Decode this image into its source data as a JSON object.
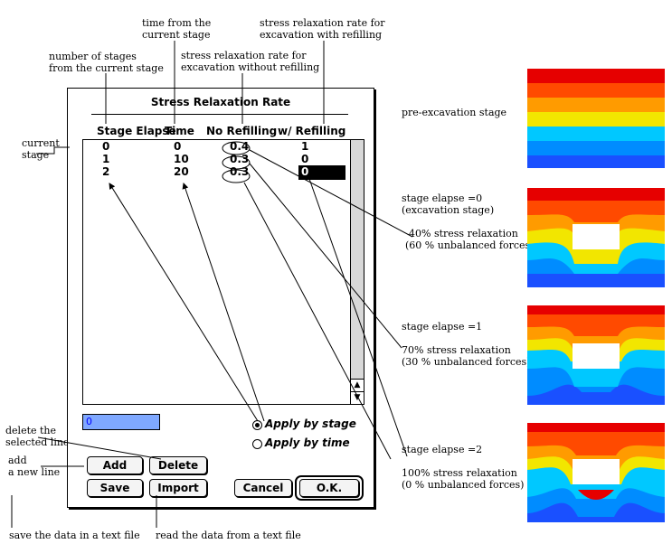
{
  "annotations": {
    "stages_from_current": [
      "number of stages",
      "from the current stage"
    ],
    "time_from_current": [
      "time from the",
      "current stage"
    ],
    "rate_without_refill": [
      "stress relaxation rate for",
      "excavation without refilling"
    ],
    "rate_with_refill": [
      "stress relaxation rate for",
      "excavation with refilling"
    ],
    "current_stage": [
      "current",
      "stage"
    ],
    "delete_selected": [
      "delete the",
      "selected line"
    ],
    "add_new_line": [
      "add",
      "a new line"
    ],
    "save_text_file": "save the data in a text file",
    "read_text_file": "read the data from a text file"
  },
  "dialog": {
    "title": "Stress Relaxation Rate",
    "columns": [
      "Stage Elapse",
      "Time",
      "No Refilling",
      "w/ Refilling"
    ],
    "rows": [
      {
        "stage": "0",
        "time": "0",
        "no_refill": "0.4",
        "with_refill": "1"
      },
      {
        "stage": "1",
        "time": "10",
        "no_refill": "0.3",
        "with_refill": "0"
      },
      {
        "stage": "2",
        "time": "20",
        "no_refill": "0.3",
        "with_refill": "0"
      }
    ],
    "edit_value": "0",
    "radio_stage": "Apply by stage",
    "radio_time": "Apply by time",
    "buttons": {
      "add": "Add",
      "delete": "Delete",
      "save": "Save",
      "import": "Import",
      "cancel": "Cancel",
      "ok": "O.K."
    }
  },
  "panels": [
    {
      "lines": [
        "pre-excavation stage"
      ]
    },
    {
      "lines": [
        "stage elapse =0",
        "(excavation stage)",
        "",
        "40% stress relaxation",
        "(60 % unbalanced forces)"
      ]
    },
    {
      "lines": [
        "stage elapse =1",
        "",
        "70% stress relaxation",
        "(30 % unbalanced forces)"
      ]
    },
    {
      "lines": [
        "stage elapse =2",
        "",
        "100% stress relaxation",
        "(0 % unbalanced forces)"
      ]
    }
  ],
  "colors": {
    "band1": "#e60000",
    "band2": "#ff4a00",
    "band3": "#ff9b00",
    "band4": "#f2e600",
    "band5": "#00c8ff",
    "band6": "#008cff",
    "band7": "#1a50ff",
    "hole": "#ffffff",
    "input_bg": "#7fa8ff"
  }
}
